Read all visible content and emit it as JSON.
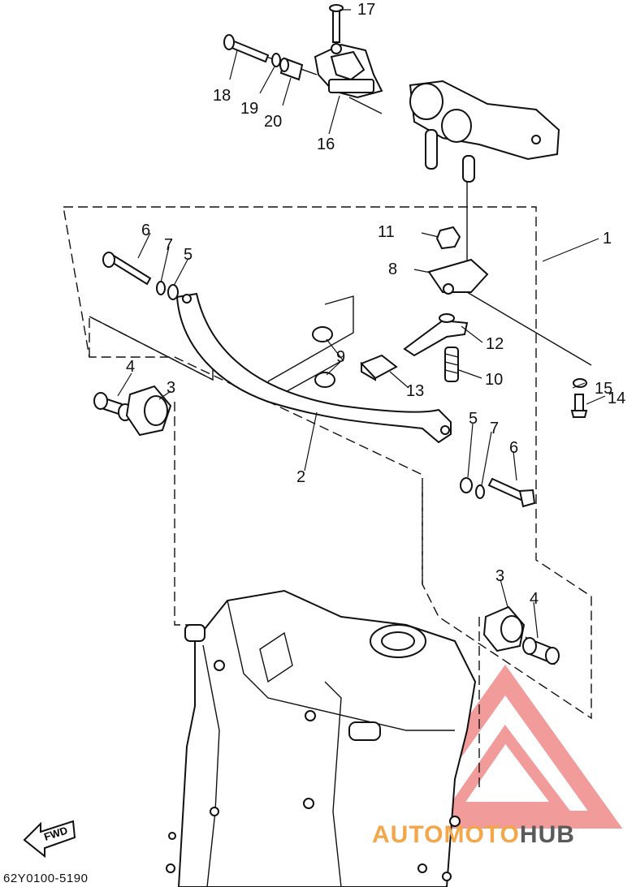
{
  "diagram": {
    "code": "62Y0100-5190",
    "fwd_label": "FWD",
    "callouts": [
      {
        "id": "c17",
        "text": "17"
      },
      {
        "id": "c18",
        "text": "18"
      },
      {
        "id": "c19",
        "text": "19"
      },
      {
        "id": "c20",
        "text": "20"
      },
      {
        "id": "c16",
        "text": "16"
      },
      {
        "id": "c1",
        "text": "1"
      },
      {
        "id": "c11",
        "text": "11"
      },
      {
        "id": "c8",
        "text": "8"
      },
      {
        "id": "c6a",
        "text": "6"
      },
      {
        "id": "c7a",
        "text": "7"
      },
      {
        "id": "c5a",
        "text": "5"
      },
      {
        "id": "c9",
        "text": "9"
      },
      {
        "id": "c12",
        "text": "12"
      },
      {
        "id": "c10",
        "text": "10"
      },
      {
        "id": "c13",
        "text": "13"
      },
      {
        "id": "c4a",
        "text": "4"
      },
      {
        "id": "c3a",
        "text": "3"
      },
      {
        "id": "c15",
        "text": "15"
      },
      {
        "id": "c14",
        "text": "14"
      },
      {
        "id": "c2",
        "text": "2"
      },
      {
        "id": "c5b",
        "text": "5"
      },
      {
        "id": "c7b",
        "text": "7"
      },
      {
        "id": "c6b",
        "text": "6"
      },
      {
        "id": "c3b",
        "text": "3"
      },
      {
        "id": "c4b",
        "text": "4"
      }
    ]
  },
  "watermark": {
    "brand_part1": "AUTOMOTO",
    "brand_part2": "HUB",
    "accent_color": "#f08a8a",
    "text_color_1": "#f4a64a",
    "text_color_2": "#5a5a5a"
  }
}
